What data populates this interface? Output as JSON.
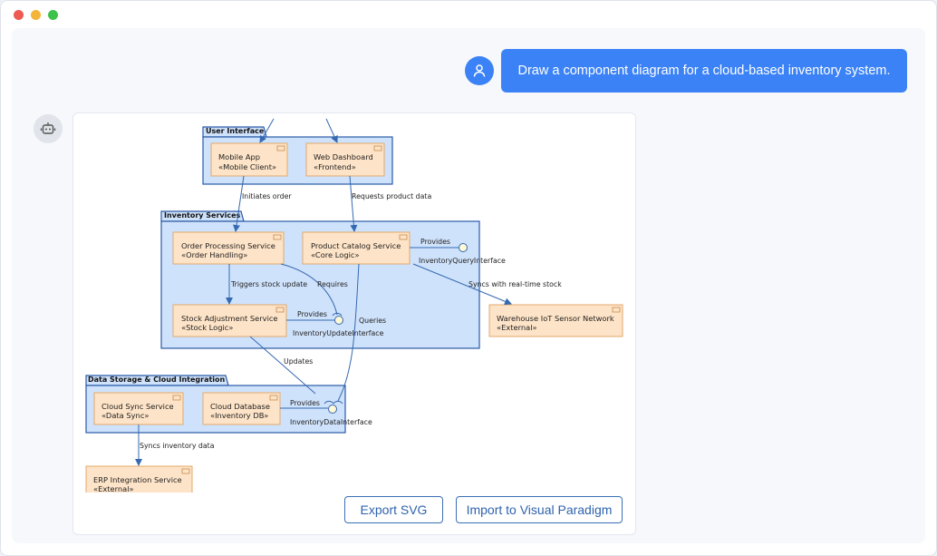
{
  "window": {
    "controls": [
      "close",
      "minimize",
      "maximize"
    ]
  },
  "chat": {
    "user_message": "Draw a component diagram for a cloud-based inventory system.",
    "user_avatar_icon": "user-icon",
    "bot_avatar_icon": "robot-icon"
  },
  "diagram": {
    "packages": {
      "ui": "User Interface",
      "inventory": "Inventory Services",
      "storage": "Data Storage & Cloud Integration"
    },
    "components": {
      "mobile_app": {
        "name": "Mobile App",
        "stereo": "«Mobile Client»"
      },
      "web_dashboard": {
        "name": "Web Dashboard",
        "stereo": "«Frontend»"
      },
      "order_processing": {
        "name": "Order Processing Service",
        "stereo": "«Order Handling»"
      },
      "product_catalog": {
        "name": "Product Catalog Service",
        "stereo": "«Core Logic»"
      },
      "stock_adjustment": {
        "name": "Stock Adjustment Service",
        "stereo": "«Stock Logic»"
      },
      "warehouse_iot": {
        "name": "Warehouse IoT Sensor Network",
        "stereo": "«External»"
      },
      "cloud_sync": {
        "name": "Cloud Sync Service",
        "stereo": "«Data Sync»"
      },
      "cloud_db": {
        "name": "Cloud Database",
        "stereo": "«Inventory DB»"
      },
      "erp": {
        "name": "ERP Integration Service",
        "stereo": "«External»"
      }
    },
    "interfaces": {
      "query": "InventoryQueryInterface",
      "update": "InventoryUpdateInterface",
      "data": "InventoryDataInterface"
    },
    "relations": {
      "initiates_order": "Initiates order",
      "requests_product_data": "Requests product data",
      "provides_query": "Provides",
      "syncs_realtime": "Syncs with real-time stock",
      "triggers_stock": "Triggers stock update",
      "requires": "Requires",
      "provides_update": "Provides",
      "queries": "Queries",
      "updates": "Updates",
      "provides_data": "Provides",
      "syncs_inventory": "Syncs inventory data"
    }
  },
  "actions": {
    "export_label": "Export SVG",
    "import_label": "Import to Visual Paradigm"
  }
}
